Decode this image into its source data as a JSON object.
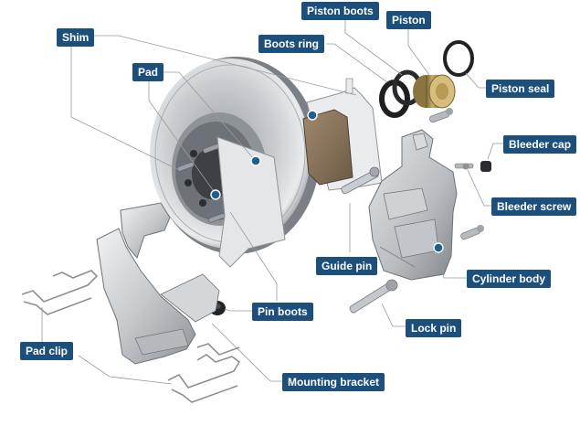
{
  "diagram": {
    "labels": {
      "piston_boots": "Piston boots",
      "piston": "Piston",
      "shim": "Shim",
      "boots_ring": "Boots ring",
      "pad": "Pad",
      "piston_seal": "Piston seal",
      "bleeder_cap": "Bleeder cap",
      "bleeder_screw": "Bleeder screw",
      "guide_pin": "Guide pin",
      "cylinder_body": "Cylinder body",
      "pin_boots": "Pin boots",
      "lock_pin": "Lock pin",
      "pad_clip": "Pad clip",
      "mounting_bracket": "Mounting bracket"
    },
    "colors": {
      "label_bg": "#1d4f7c",
      "label_text": "#ffffff",
      "leader": "#9a9a9a",
      "marker": "#1d5f8f"
    }
  }
}
